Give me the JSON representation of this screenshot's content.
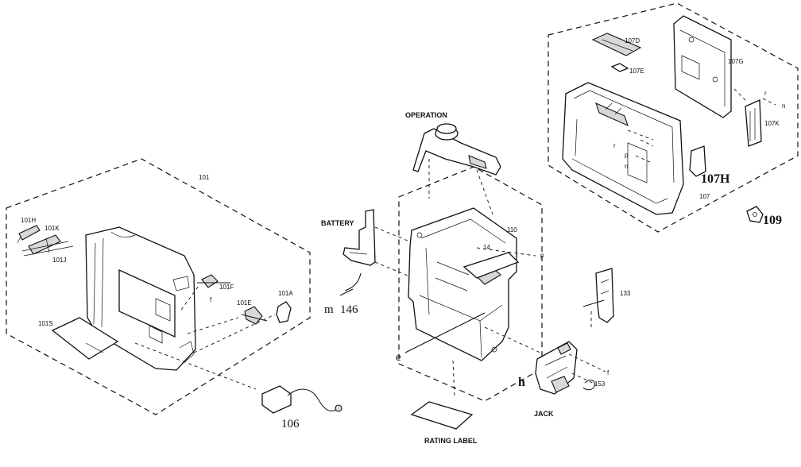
{
  "labels": {
    "operation": "OPERATION",
    "battery": "BATTERY",
    "jack": "JACK",
    "rating_label": "RATING LABEL",
    "p101": "101",
    "p101h": "101H",
    "p101k": "101K",
    "p101j": "101J",
    "p101f": "101F",
    "p101a": "101A",
    "p101e": "101E",
    "p101s": "101S",
    "p106": "106",
    "p146": "146",
    "m": "m",
    "e": "e",
    "h": "h",
    "p110": "110",
    "p14": "14",
    "p": "p",
    "p133": "133",
    "f": "f",
    "p153": "153",
    "p107d": "107D",
    "p107e": "107E",
    "p107g": "107G",
    "p107k": "107K",
    "p107h": "107H",
    "p107": "107",
    "p109": "109",
    "r": "r",
    "n": "n"
  }
}
